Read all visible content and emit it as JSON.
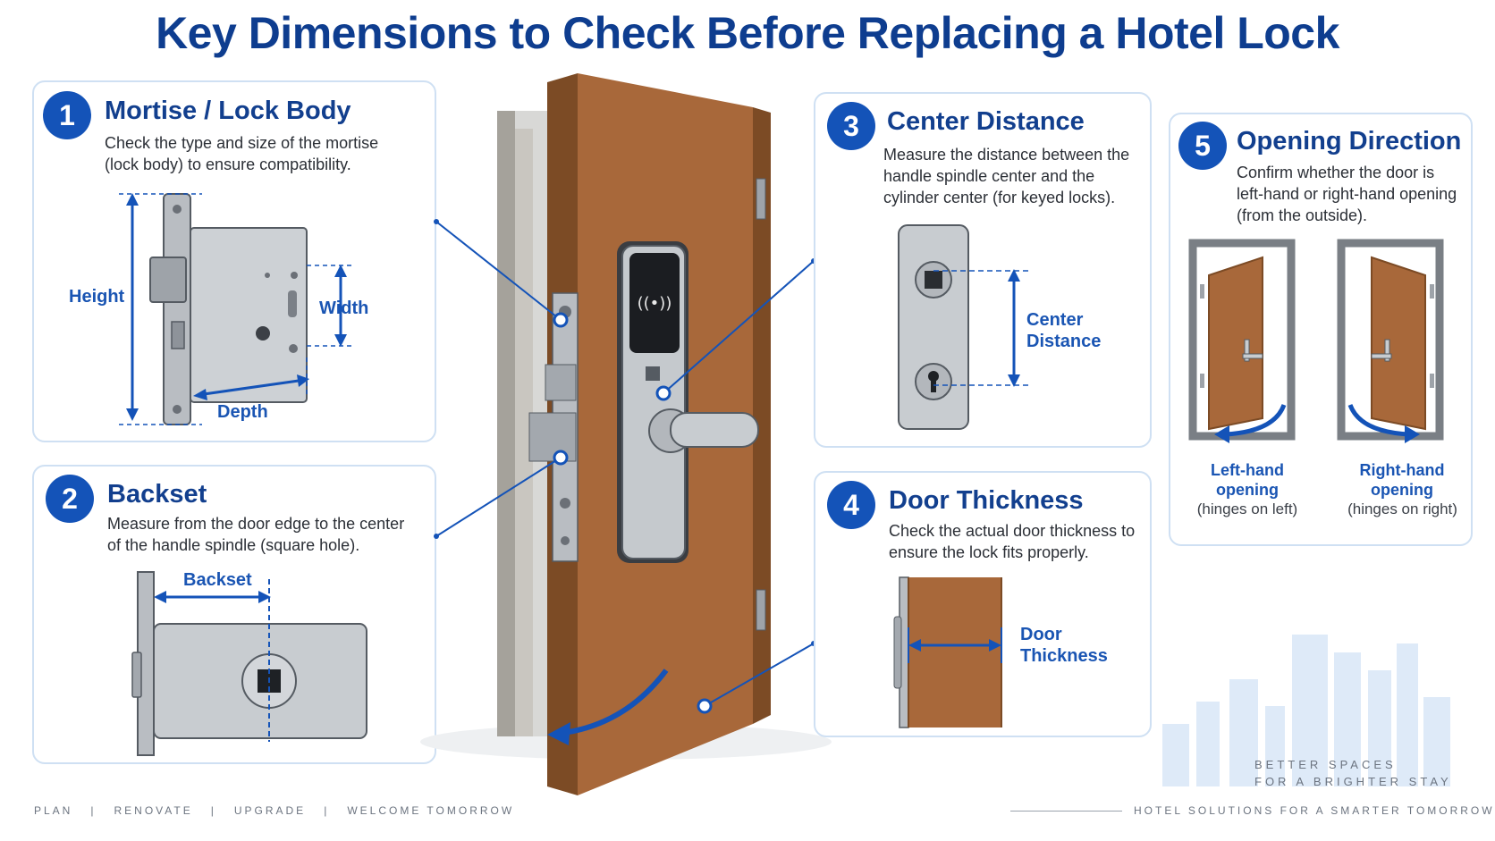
{
  "title": "Key Dimensions to Check Before Replacing a Hotel Lock",
  "cards": {
    "mortise": {
      "number": "1",
      "title": "Mortise / Lock Body",
      "desc": "Check the type and size of the mortise (lock body) to ensure compatibility.",
      "labels": {
        "height": "Height",
        "width": "Width",
        "depth": "Depth"
      }
    },
    "backset": {
      "number": "2",
      "title": "Backset",
      "desc": "Measure from the door edge to the center of the handle spindle (square hole).",
      "labels": {
        "backset": "Backset"
      }
    },
    "center": {
      "number": "3",
      "title": "Center Distance",
      "desc": "Measure the distance between the handle spindle center and the cylinder center (for keyed locks).",
      "labels": {
        "line1": "Center",
        "line2": "Distance"
      }
    },
    "thickness": {
      "number": "4",
      "title": "Door Thickness",
      "desc": "Check the actual door thickness to ensure the lock fits properly.",
      "labels": {
        "line1": "Door",
        "line2": "Thickness"
      }
    },
    "direction": {
      "number": "5",
      "title": "Opening Direction",
      "desc": "Confirm whether the door is left-hand or right-hand opening (from the outside).",
      "left": {
        "line1": "Left-hand",
        "line2": "opening",
        "sub": "(hinges on left)"
      },
      "right": {
        "line1": "Right-hand",
        "line2": "opening",
        "sub": "(hinges on right)"
      }
    }
  },
  "footer": {
    "left": [
      "PLAN",
      "|",
      "RENOVATE",
      "|",
      "UPGRADE",
      "|",
      "WELCOME TOMORROW"
    ],
    "right": "HOTEL SOLUTIONS FOR A SMARTER TOMORROW",
    "tagline1": "BETTER SPACES",
    "tagline2": "FOR A BRIGHTER STAY"
  },
  "colors": {
    "accent": "#1453b8",
    "title": "#0e3d8f",
    "wood": "#a8683a",
    "steel": "#bfc3c8",
    "card_border": "#cfe0f3"
  }
}
